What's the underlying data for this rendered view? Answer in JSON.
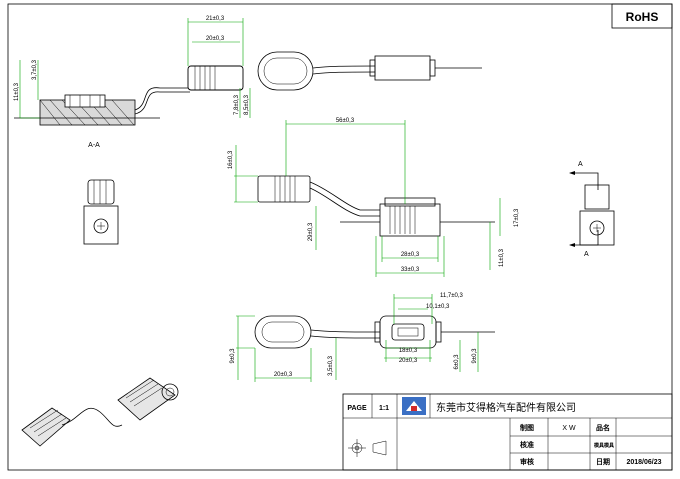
{
  "rohs": "RoHS",
  "section_label": "A-A",
  "view_marks": [
    "A",
    "A"
  ],
  "dimensions": {
    "d21": "21±0,3",
    "d20_top": "20±0,3",
    "d11": "11±0,3",
    "d3_7": "3,7±0,3",
    "d7_8": "7,8±0,3",
    "d8_5": "8,5±0,3",
    "d56": "56±0,3",
    "d16": "16±0,3",
    "d29": "29±0,3",
    "d17": "17±0,3",
    "d11_right": "11±0,3",
    "d28": "28±0,3",
    "d33": "33±0,3",
    "d11_7": "11,7±0,3",
    "d10_1": "10,1±0,3",
    "d9": "9±0,3",
    "d20_bottom": "20±0,3",
    "d3_5": "3,5±0,3",
    "d18": "18±0,3",
    "d20_mid": "20±0,3",
    "d6": "6±0,3",
    "d9_right": "9±0,3"
  },
  "title_block": {
    "page_label": "PAGE",
    "scale": "1:1",
    "company": "东莞市艾得格汽车配件有限公司",
    "drawn_label": "制图",
    "drawn_value": "X W",
    "part_name_label": "品名",
    "check_label": "核准",
    "mold_label": "模具模具",
    "review_label": "审核",
    "date_label": "日期",
    "date_value": "2018/06/23"
  },
  "icons": [
    "company-logo-icon",
    "projection-symbol-icon"
  ]
}
